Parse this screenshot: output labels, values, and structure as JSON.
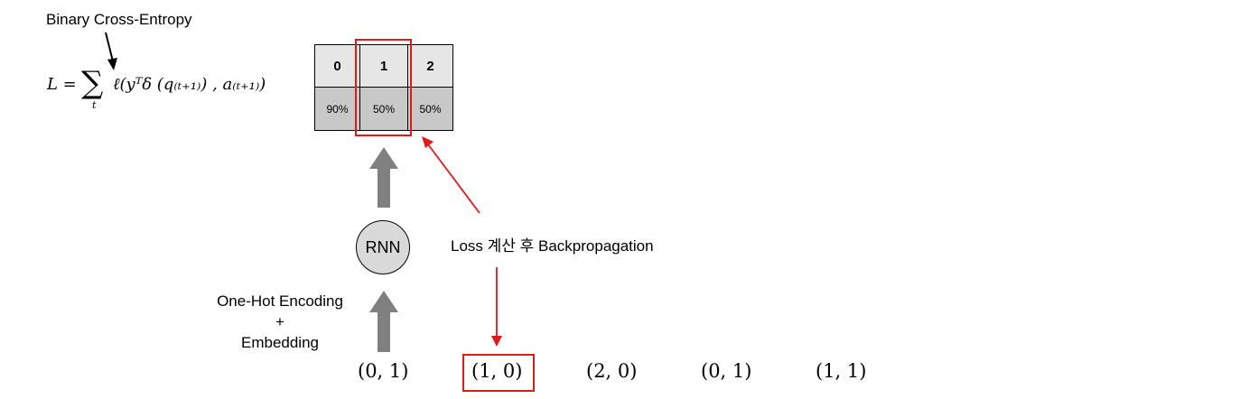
{
  "title_label": "Binary Cross-Entropy",
  "formula": {
    "lhs": "L =",
    "sigma": "∑",
    "sum_index": "t",
    "rhs": "ℓ(yᵀδ (q₍ₜ₊₁₎) , a₍ₜ₊₁₎)"
  },
  "table": {
    "headers": [
      "0",
      "1",
      "2"
    ],
    "values": [
      "90%",
      "50%",
      "50%"
    ],
    "highlight_column": 1
  },
  "rnn_label": "RNN",
  "encoding_label": {
    "line1": "One-Hot Encoding",
    "line2": "+",
    "line3": "Embedding"
  },
  "loss_label": "Loss 계산 후 Backpropagation",
  "sequence": [
    "(0, 1)",
    "(1, 0)",
    "(2, 0)",
    "(0, 1)",
    "(1, 1)"
  ],
  "highlight_sequence_index": 1,
  "colors": {
    "highlight": "#e11919",
    "arrow_gray": "#808080",
    "header_fill": "#e6e6e6",
    "value_fill": "#c8c8c8",
    "node_fill": "#d9d9d9"
  }
}
